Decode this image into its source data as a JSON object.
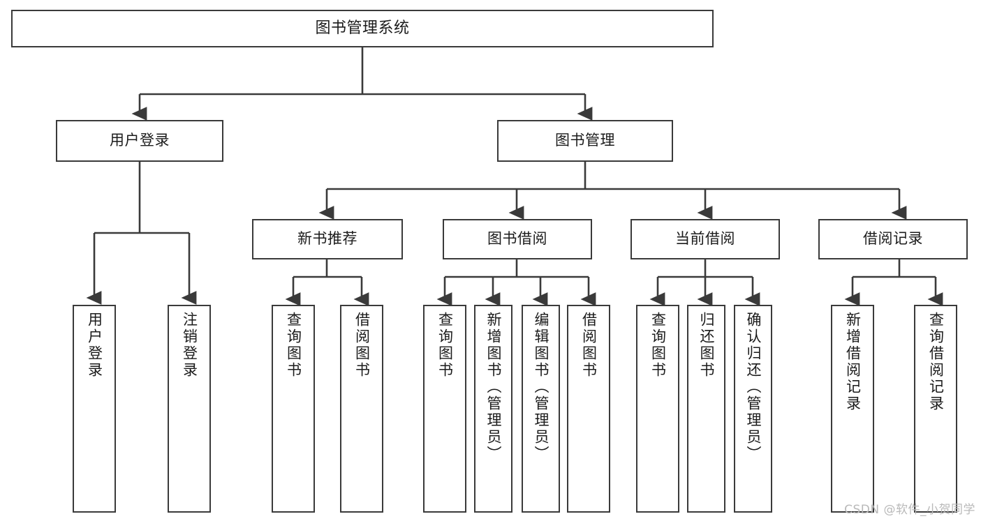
{
  "diagram": {
    "title": "图书管理系统",
    "background_color": "#ffffff",
    "stroke_color": "#3a3a3a",
    "text_color": "#1b1b1b",
    "type": "tree-hierarchy",
    "levels": 4
  },
  "root": {
    "label": "图书管理系统"
  },
  "level2": [
    {
      "label": "用户登录"
    },
    {
      "label": "图书管理"
    }
  ],
  "level3": [
    {
      "label": "新书推荐"
    },
    {
      "label": "图书借阅"
    },
    {
      "label": "当前借阅"
    },
    {
      "label": "借阅记录"
    }
  ],
  "leaves": {
    "user_login": [
      {
        "label": "用户登录"
      },
      {
        "label": "注销登录"
      }
    ],
    "new_book_recommend": [
      {
        "label": "查询图书"
      },
      {
        "label": "借阅图书"
      }
    ],
    "book_borrow": [
      {
        "label": "查询图书"
      },
      {
        "label": "新增图书（管理员）"
      },
      {
        "label": "编辑图书（管理员）"
      },
      {
        "label": "借阅图书"
      }
    ],
    "current_borrow": [
      {
        "label": "查询图书"
      },
      {
        "label": "归还图书"
      },
      {
        "label": "确认归还（管理员）"
      }
    ],
    "borrow_record": [
      {
        "label": "新增借阅记录"
      },
      {
        "label": "查询借阅记录"
      }
    ]
  },
  "watermark": {
    "text": "CSDN @软件_小贺同学"
  }
}
